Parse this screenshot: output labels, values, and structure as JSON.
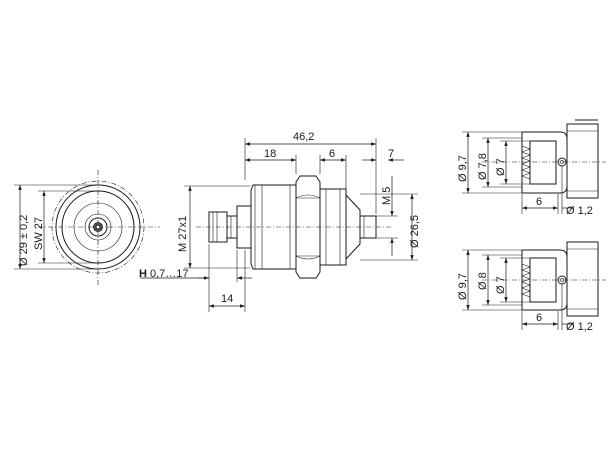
{
  "front_view": {
    "dia_label": "Ø 29 ± 0,2",
    "sw_label": "SW 27"
  },
  "side_view": {
    "overall_length": "46,2",
    "len_18": "18",
    "len_6": "6",
    "len_7": "7",
    "thread": "M 27x1",
    "m5": "M 5",
    "dia_26": "Ø 26,5",
    "h_prefix": "H",
    "h_range": "0,7…17",
    "len_14": "14"
  },
  "detail_top": {
    "d1": "Ø 9,7",
    "d2": "Ø 7,8",
    "d3": "Ø 7",
    "len": "6",
    "wire": "Ø 1,2"
  },
  "detail_bottom": {
    "d1": "Ø 9,7",
    "d2": "Ø 8",
    "d3": "Ø 7",
    "len": "6",
    "wire": "Ø 1,2"
  }
}
